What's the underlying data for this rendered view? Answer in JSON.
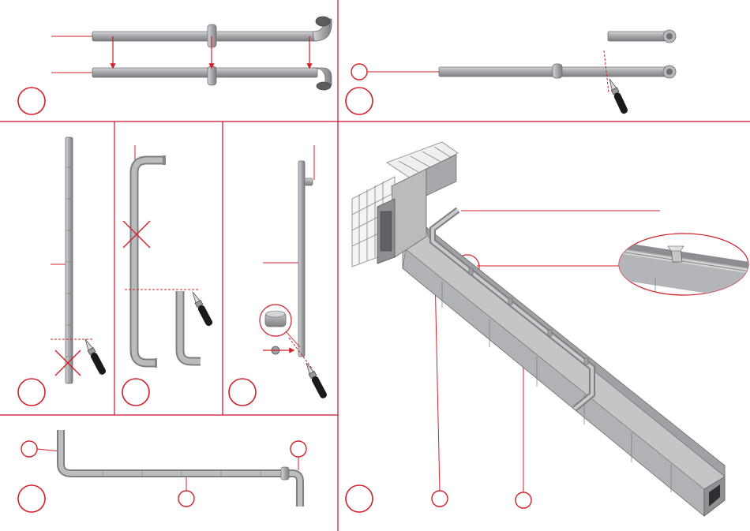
{
  "colors": {
    "callout": "#d0202a",
    "divider": "#c8102e",
    "part_fill": "#a9abad",
    "part_dark": "#8b8d90",
    "part_light": "#d4d5d7",
    "outline": "#555555",
    "knife_handle": "#1a1a1a"
  },
  "panels": [
    {
      "id": "pipe-pair",
      "icons": [
        "arrow-down-icon",
        "pipe-bend-icon"
      ]
    },
    {
      "id": "pipe-trim",
      "icons": [
        "craft-knife-icon",
        "pipe-end-icon"
      ]
    },
    {
      "id": "straight-pipe-cut",
      "icons": [
        "cross-mark-icon",
        "craft-knife-icon"
      ]
    },
    {
      "id": "u-pipe-cut",
      "icons": [
        "cross-mark-icon",
        "craft-knife-icon"
      ]
    },
    {
      "id": "cap-fit",
      "icons": [
        "magnify-detail-icon",
        "craft-knife-icon",
        "arrow-left-icon"
      ]
    },
    {
      "id": "l-pipe-assembly",
      "icons": [
        "pipe-bend-icon"
      ]
    },
    {
      "id": "gutter-assembly",
      "icons": [
        "magnify-detail-icon",
        "cage-grid-icon"
      ]
    }
  ]
}
